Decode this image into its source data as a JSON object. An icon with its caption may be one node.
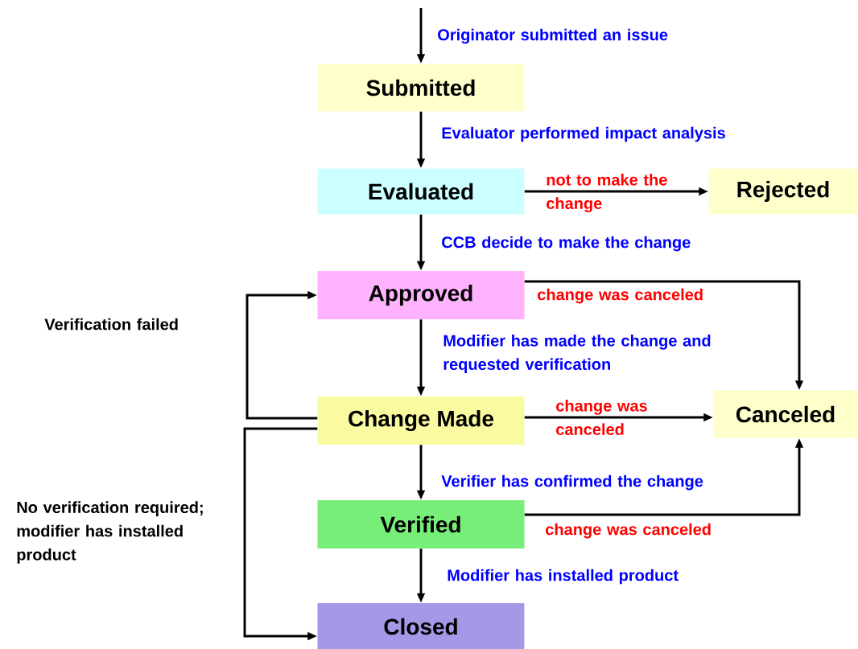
{
  "diagram": {
    "nodes": [
      {
        "text": [
          "Submitted"
        ]
      },
      {
        "text": [
          "Evaluated"
        ]
      },
      {
        "text": [
          "Rejected"
        ]
      },
      {
        "text": [
          "Approved"
        ]
      },
      {
        "text": [
          "Change Made"
        ]
      },
      {
        "text": [
          "Canceled"
        ]
      },
      {
        "text": [
          "Verified"
        ]
      },
      {
        "text": [
          "Closed"
        ]
      }
    ],
    "edges": [
      {
        "from": null,
        "to": 0,
        "arrow": "to",
        "label": "Originator submitted an issue"
      },
      {
        "from": 0,
        "to": 1,
        "arrow": "to",
        "label": "Evaluator performed impact analysis"
      },
      {
        "from": 1,
        "to": 2,
        "arrow": "to",
        "label": "not to make the change"
      },
      {
        "from": 1,
        "to": 3,
        "arrow": "to",
        "label": "CCB decide to make the change"
      },
      {
        "from": 3,
        "to": 5,
        "arrow": "to",
        "label": "change was canceled"
      },
      {
        "from": 3,
        "to": 4,
        "arrow": "to",
        "label": "Modifier has made the change and requested verification"
      },
      {
        "from": 4,
        "to": 5,
        "arrow": "to",
        "label": "change was canceled"
      },
      {
        "from": 4,
        "to": 3,
        "arrow": "to",
        "label": "Verification failed"
      },
      {
        "from": 4,
        "to": 7,
        "arrow": "to",
        "label": "No verification required; modifier has installed product"
      },
      {
        "from": 4,
        "to": 6,
        "arrow": "to",
        "label": "Verifier has confirmed the change"
      },
      {
        "from": 6,
        "to": 5,
        "arrow": "to",
        "label": "change was canceled"
      },
      {
        "from": 6,
        "to": 7,
        "arrow": "to",
        "label": "Modifier has installed product"
      }
    ]
  }
}
